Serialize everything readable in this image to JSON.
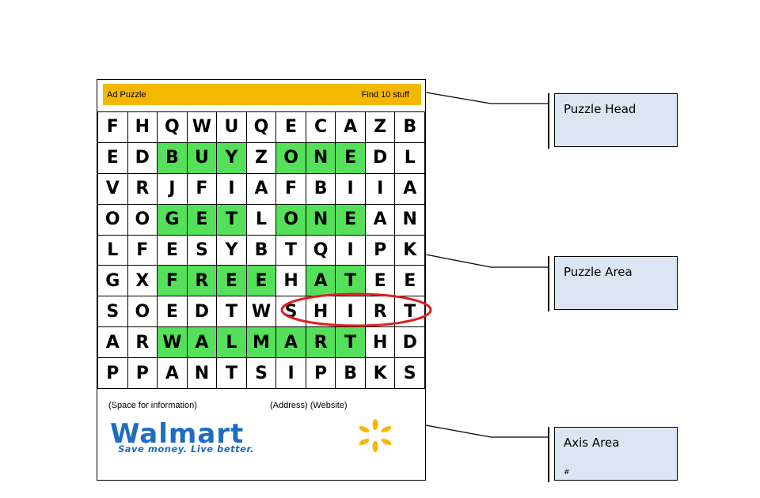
{
  "puzzle": {
    "header_left": "Ad Puzzle",
    "header_right": "Find 10 stuff",
    "grid": [
      [
        "F",
        "H",
        "Q",
        "W",
        "U",
        "Q",
        "E",
        "C",
        "A",
        "Z",
        "B"
      ],
      [
        "E",
        "D",
        "B",
        "U",
        "Y",
        "Z",
        "O",
        "N",
        "E",
        "D",
        "L"
      ],
      [
        "V",
        "R",
        "J",
        "F",
        "I",
        "A",
        "F",
        "B",
        "I",
        "I",
        "A"
      ],
      [
        "O",
        "O",
        "G",
        "E",
        "T",
        "L",
        "O",
        "N",
        "E",
        "A",
        "N"
      ],
      [
        "L",
        "F",
        "E",
        "S",
        "Y",
        "B",
        "T",
        "Q",
        "I",
        "P",
        "K"
      ],
      [
        "G",
        "X",
        "F",
        "R",
        "E",
        "E",
        "H",
        "A",
        "T",
        "E",
        "E"
      ],
      [
        "S",
        "O",
        "E",
        "D",
        "T",
        "W",
        "S",
        "H",
        "I",
        "R",
        "T"
      ],
      [
        "A",
        "R",
        "W",
        "A",
        "L",
        "M",
        "A",
        "R",
        "T",
        "H",
        "D"
      ],
      [
        "P",
        "P",
        "A",
        "N",
        "T",
        "S",
        "I",
        "P",
        "B",
        "K",
        "S"
      ]
    ],
    "highlighted_cells": [
      [
        1,
        2
      ],
      [
        1,
        3
      ],
      [
        1,
        4
      ],
      [
        1,
        6
      ],
      [
        1,
        7
      ],
      [
        1,
        8
      ],
      [
        3,
        2
      ],
      [
        3,
        3
      ],
      [
        3,
        4
      ],
      [
        3,
        6
      ],
      [
        3,
        7
      ],
      [
        3,
        8
      ],
      [
        5,
        2
      ],
      [
        5,
        3
      ],
      [
        5,
        4
      ],
      [
        5,
        5
      ],
      [
        5,
        7
      ],
      [
        5,
        8
      ],
      [
        7,
        2
      ],
      [
        7,
        3
      ],
      [
        7,
        4
      ],
      [
        7,
        5
      ],
      [
        7,
        6
      ],
      [
        7,
        7
      ],
      [
        7,
        8
      ]
    ],
    "highlight_color": "#55e05a",
    "header_color": "#f5b800",
    "circled_word": "SHIRT",
    "circle_color": "#e02020",
    "info_left": "(Space for information)",
    "info_right": "(Address) (Website)",
    "logo_text": "Walmart",
    "logo_tagline": "Save money. Live better.",
    "logo_color": "#1f6dc2",
    "logo_spark_color": "#f5b800"
  },
  "labels": {
    "puzzle_head": "Puzzle Head",
    "puzzle_area": "Puzzle Area",
    "axis_area": "Axis Area",
    "axis_area_mark": "#",
    "box_fill": "#dce6f2"
  }
}
